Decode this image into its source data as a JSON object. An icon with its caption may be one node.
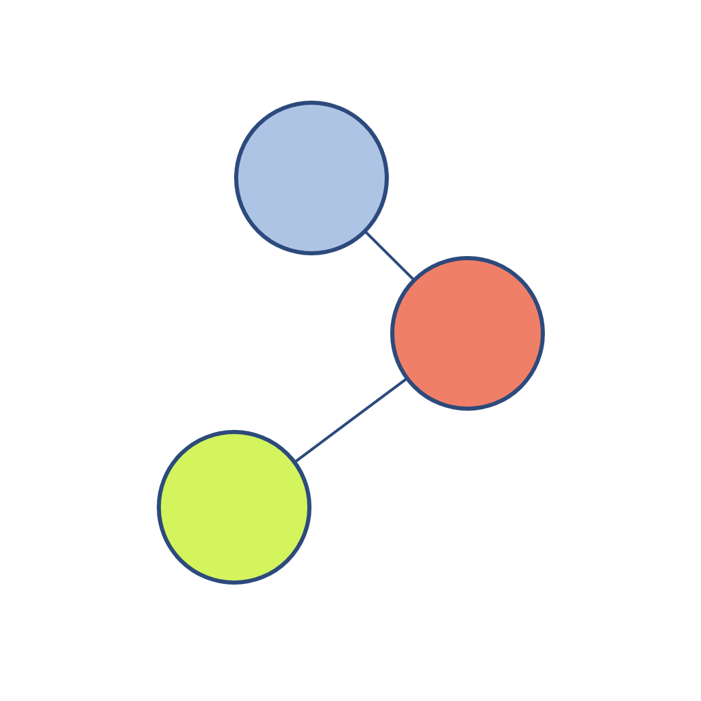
{
  "diagram": {
    "nodes": [
      {
        "text": [],
        "shape": "circle"
      },
      {
        "text": [],
        "shape": "circle"
      },
      {
        "text": [],
        "shape": "circle"
      }
    ],
    "edges": [
      {
        "from": 0,
        "to": 1,
        "arrow": "none"
      },
      {
        "from": 1,
        "to": 2,
        "arrow": "none"
      }
    ]
  }
}
